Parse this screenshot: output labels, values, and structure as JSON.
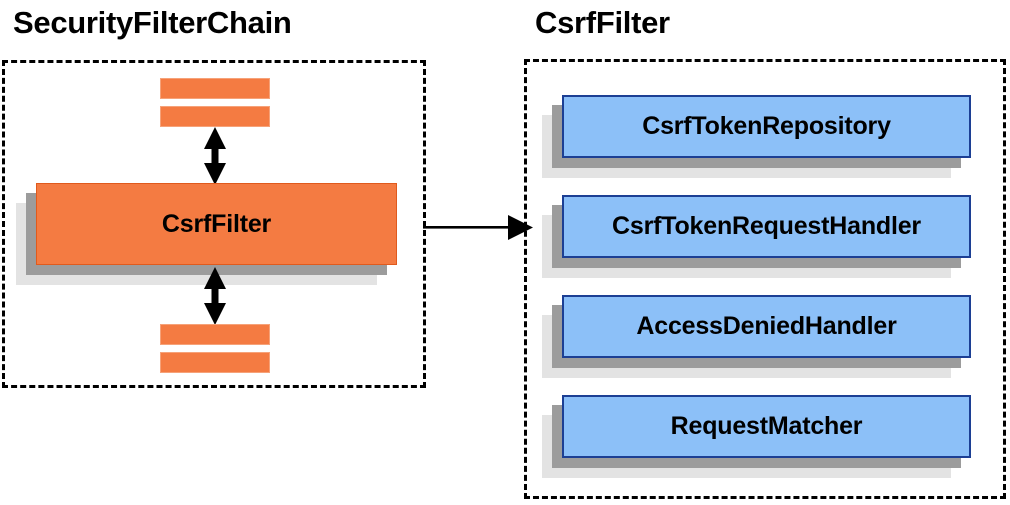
{
  "diagram": {
    "title_left": "SecurityFilterChain",
    "title_right": "CsrfFilter",
    "colors": {
      "orange_fill": "#f47b42",
      "orange_border": "#e05a1d",
      "blue_fill": "#8cc0f8",
      "blue_border": "#1c3f94",
      "shadow_near": "#9c9c9c",
      "shadow_far": "#e3e3e3",
      "outline": "#000000"
    },
    "left_panel": {
      "title": "SecurityFilterChain",
      "center_block_label": "CsrfFilter",
      "top_bars_count": "2",
      "bottom_bars_count": "2",
      "arrow_top": "double-headed-vertical-arrow",
      "arrow_bottom": "double-headed-vertical-arrow"
    },
    "right_panel": {
      "title": "CsrfFilter",
      "components": [
        {
          "label": "CsrfTokenRepository"
        },
        {
          "label": "CsrfTokenRequestHandler"
        },
        {
          "label": "AccessDeniedHandler"
        },
        {
          "label": "RequestMatcher"
        }
      ]
    },
    "connector": {
      "name": "arrow-left-to-right",
      "direction": "right"
    }
  }
}
